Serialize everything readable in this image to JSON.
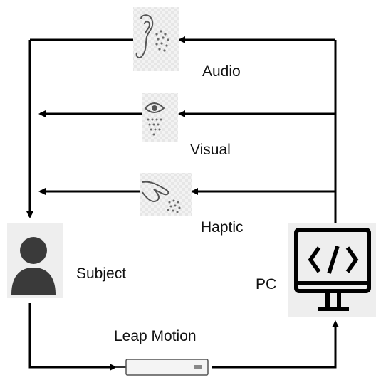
{
  "labels": {
    "audio": "Audio",
    "visual": "Visual",
    "haptic": "Haptic",
    "subject": "Subject",
    "pc": "PC",
    "leap_motion": "Leap Motion"
  },
  "icons": {
    "audio": "ear-icon",
    "visual": "eye-icon",
    "haptic": "hand-icon",
    "subject": "user-icon",
    "pc": "monitor-code-icon",
    "leap_motion": "leap-motion-device-icon"
  },
  "colors": {
    "line": "#000000",
    "icon_dark": "#3a3a3a",
    "icon_bg": "#eeeeee"
  }
}
